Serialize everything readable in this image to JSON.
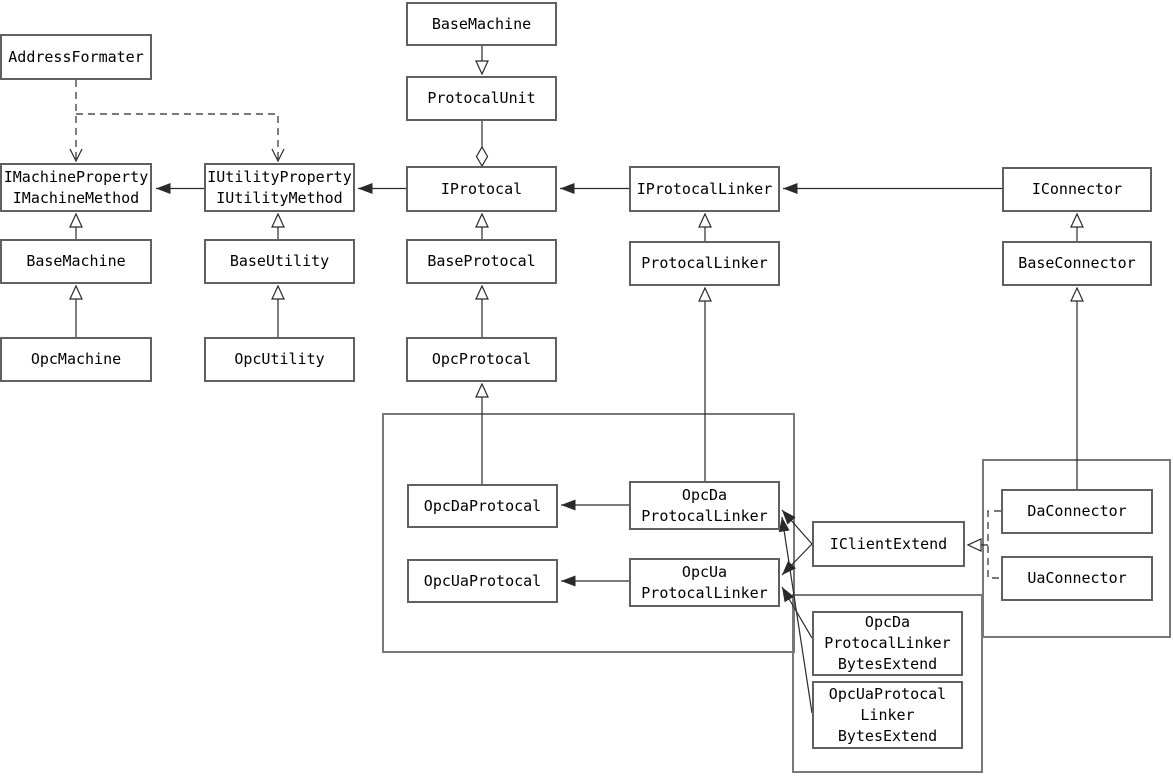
{
  "diagram": {
    "nodes": {
      "address_formater": {
        "label": "AddressFormater"
      },
      "base_machine_top": {
        "label": "BaseMachine"
      },
      "protocal_unit": {
        "label": "ProtocalUnit"
      },
      "imachine": {
        "label": "IMachineProperty\nIMachineMethod"
      },
      "iutility": {
        "label": "IUtilityProperty\nIUtilityMethod"
      },
      "iprotocal": {
        "label": "IProtocal"
      },
      "iprotocal_linker": {
        "label": "IProtocalLinker"
      },
      "iconnector": {
        "label": "IConnector"
      },
      "base_machine": {
        "label": "BaseMachine"
      },
      "base_utility": {
        "label": "BaseUtility"
      },
      "base_protocal": {
        "label": "BaseProtocal"
      },
      "protocal_linker": {
        "label": "ProtocalLinker"
      },
      "base_connector": {
        "label": "BaseConnector"
      },
      "opc_machine": {
        "label": "OpcMachine"
      },
      "opc_utility": {
        "label": "OpcUtility"
      },
      "opc_protocal": {
        "label": "OpcProtocal"
      },
      "opc_da_protocal": {
        "label": "OpcDaProtocal"
      },
      "opc_da_protocal_linker": {
        "label": "OpcDa\nProtocalLinker"
      },
      "opc_ua_protocal": {
        "label": "OpcUaProtocal"
      },
      "opc_ua_protocal_linker": {
        "label": "OpcUa\nProtocalLinker"
      },
      "iclient_extend": {
        "label": "IClientExtend"
      },
      "da_connector": {
        "label": "DaConnector"
      },
      "ua_connector": {
        "label": "UaConnector"
      },
      "opc_da_protocal_linker_bytes_extend": {
        "label": "OpcDa\nProtocalLinker\nBytesExtend"
      },
      "opc_ua_protocal_linker_bytes_extend": {
        "label": "OpcUaProtocal\nLinker\nBytesExtend"
      }
    },
    "colors": {
      "background": "#ffffff",
      "box_border": "#606060",
      "container_border": "#787878",
      "line": "#2a2a2a",
      "text": "#000000"
    }
  }
}
